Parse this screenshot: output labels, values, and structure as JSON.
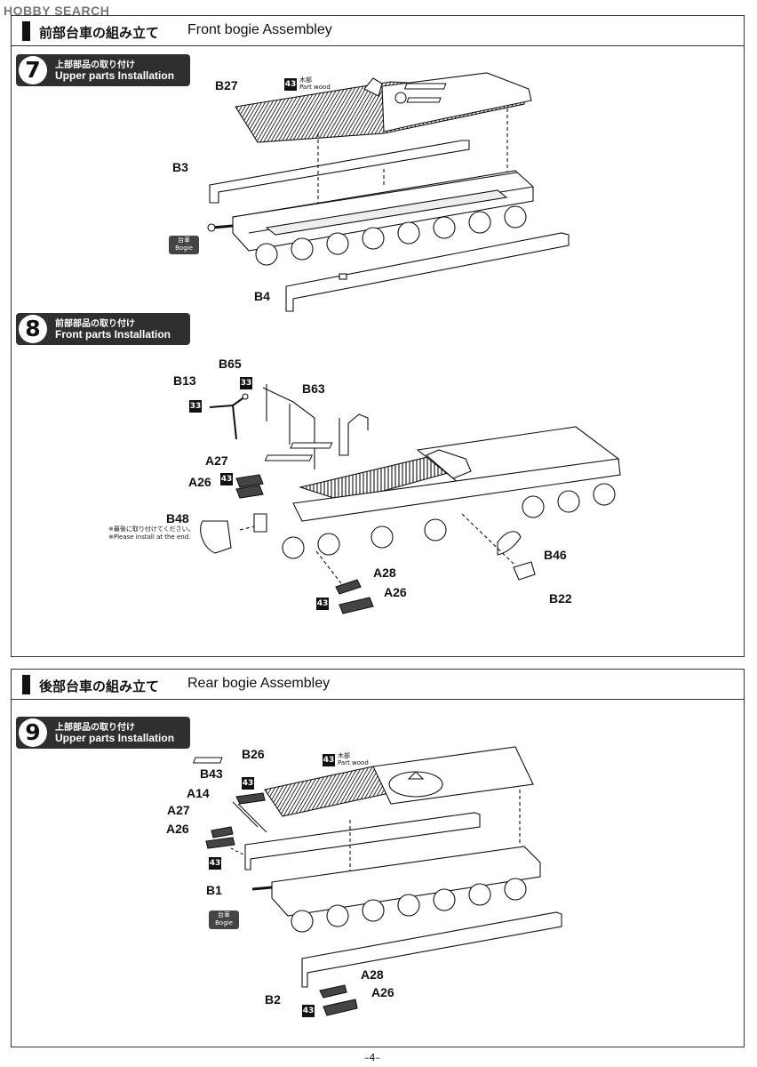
{
  "watermark": "HOBBY SEARCH",
  "sections": {
    "front": {
      "title_jp": "前部台車の組み立て",
      "title_en": "Front bogie Assembley"
    },
    "rear": {
      "title_jp": "後部台車の組み立て",
      "title_en": "Rear bogie Assembley"
    }
  },
  "steps": {
    "s7": {
      "number": "7",
      "title_jp": "上部部品の取り付け",
      "title_en": "Upper parts Installation"
    },
    "s8": {
      "number": "8",
      "title_jp": "前部部品の取り付け",
      "title_en": "Front parts Installation"
    },
    "s9": {
      "number": "9",
      "title_jp": "上部部品の取り付け",
      "title_en": "Upper parts Installation"
    }
  },
  "parts": {
    "s7": {
      "b27": "B27",
      "b3": "B3",
      "b4": "B4",
      "paint": "43",
      "wood_jp": "木部",
      "wood_en": "Part wood"
    },
    "s8": {
      "b65": "B65",
      "b13": "B13",
      "b63": "B63",
      "a27": "A27",
      "a26": "A26",
      "b48": "B48",
      "a28": "A28",
      "a26b": "A26",
      "b46": "B46",
      "b22": "B22",
      "paint33a": "33",
      "paint33b": "33",
      "paint43a": "43",
      "paint43b": "43"
    },
    "s9": {
      "b26": "B26",
      "b43": "B43",
      "a14": "A14",
      "a27": "A27",
      "a26": "A26",
      "b1": "B1",
      "b2": "B2",
      "a28": "A28",
      "a26b": "A26",
      "paint": "43",
      "paint_b43": "43",
      "paint_a": "43",
      "paint_b": "43",
      "wood_jp": "木部",
      "wood_en": "Part wood"
    }
  },
  "bogie_tag": {
    "jp": "台車",
    "en": "Bogie"
  },
  "install_note": {
    "jp": "※最後に取り付けてください。",
    "en": "※Please install at the end."
  },
  "page_number": "–4–"
}
